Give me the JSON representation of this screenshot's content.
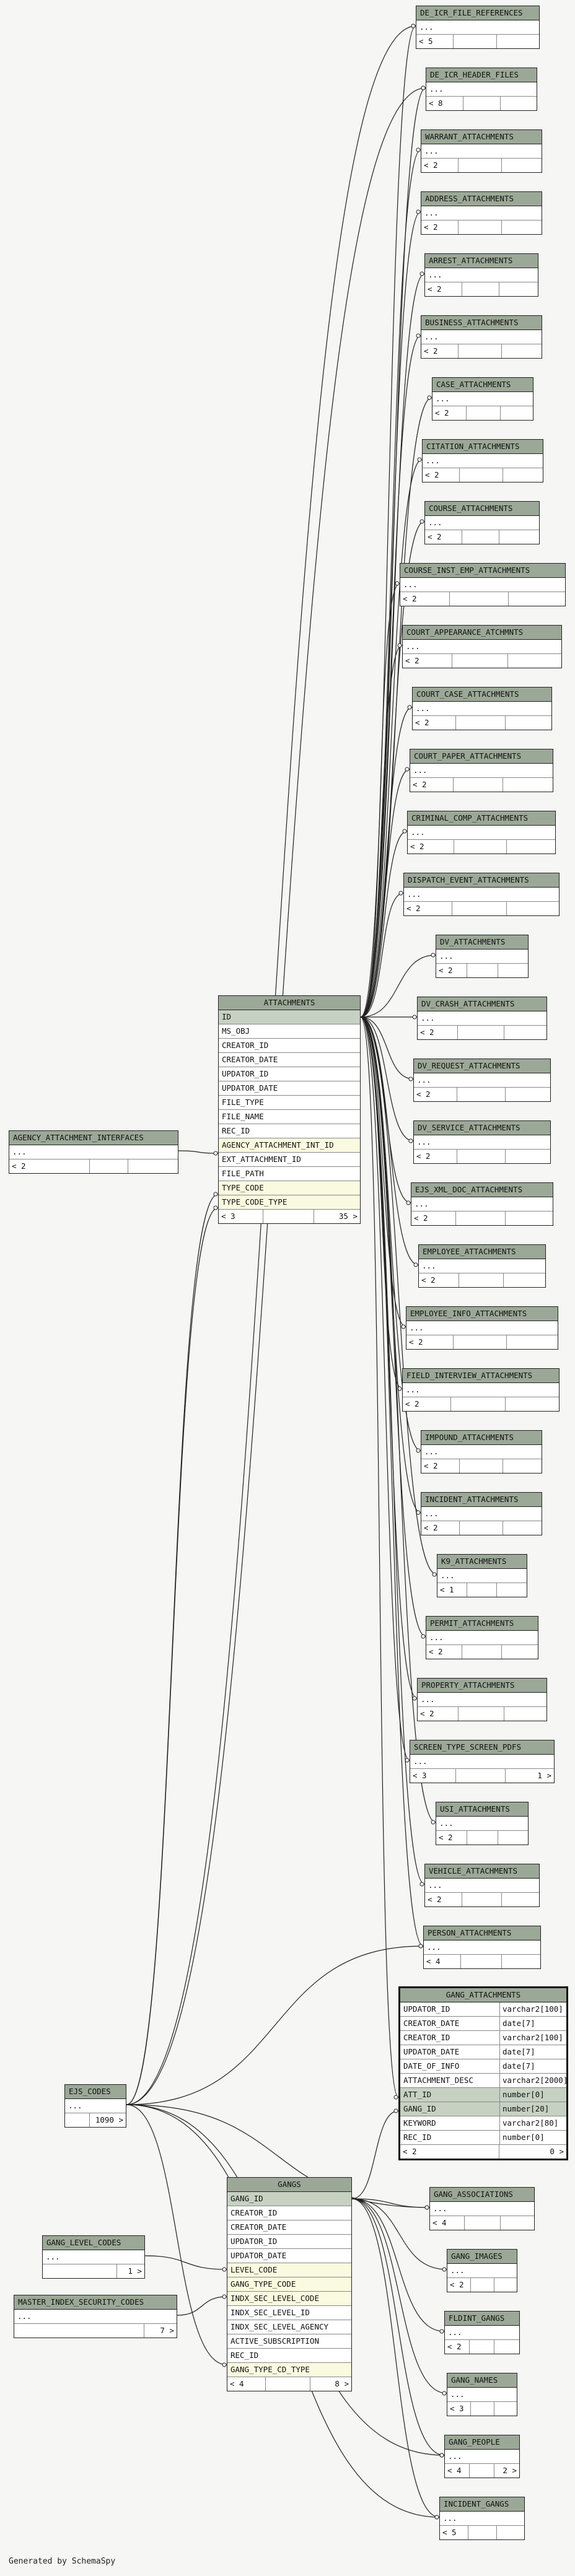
{
  "footer": "Generated by SchemaSpy",
  "tables": [
    {
      "id": "t0",
      "name": "DE_ICR_FILE_REFERENCES",
      "body": "...",
      "footer": [
        "< 5",
        "",
        ""
      ]
    },
    {
      "id": "t1",
      "name": "DE_ICR_HEADER_FILES",
      "body": "...",
      "footer": [
        "< 8",
        "",
        ""
      ]
    },
    {
      "id": "t2",
      "name": "WARRANT_ATTACHMENTS",
      "body": "...",
      "footer": [
        "< 2",
        "",
        ""
      ]
    },
    {
      "id": "t3",
      "name": "ADDRESS_ATTACHMENTS",
      "body": "...",
      "footer": [
        "< 2",
        "",
        ""
      ]
    },
    {
      "id": "t4",
      "name": "ARREST_ATTACHMENTS",
      "body": "...",
      "footer": [
        "< 2",
        "",
        ""
      ]
    },
    {
      "id": "t5",
      "name": "BUSINESS_ATTACHMENTS",
      "body": "...",
      "footer": [
        "< 2",
        "",
        ""
      ]
    },
    {
      "id": "t6",
      "name": "CASE_ATTACHMENTS",
      "body": "...",
      "footer": [
        "< 2",
        "",
        ""
      ]
    },
    {
      "id": "t7",
      "name": "CITATION_ATTACHMENTS",
      "body": "...",
      "footer": [
        "< 2",
        "",
        ""
      ]
    },
    {
      "id": "t8",
      "name": "COURSE_ATTACHMENTS",
      "body": "...",
      "footer": [
        "< 2",
        "",
        ""
      ]
    },
    {
      "id": "t9",
      "name": "COURSE_INST_EMP_ATTACHMENTS",
      "body": "...",
      "footer": [
        "< 2",
        "",
        ""
      ]
    },
    {
      "id": "t10",
      "name": "COURT_APPEARANCE_ATCHMNTS",
      "body": "...",
      "footer": [
        "< 2",
        "",
        ""
      ]
    },
    {
      "id": "t11",
      "name": "COURT_CASE_ATTACHMENTS",
      "body": "...",
      "footer": [
        "< 2",
        "",
        ""
      ]
    },
    {
      "id": "t12",
      "name": "COURT_PAPER_ATTACHMENTS",
      "body": "...",
      "footer": [
        "< 2",
        "",
        ""
      ]
    },
    {
      "id": "t13",
      "name": "CRIMINAL_COMP_ATTACHMENTS",
      "body": "...",
      "footer": [
        "< 2",
        "",
        ""
      ]
    },
    {
      "id": "t14",
      "name": "DISPATCH_EVENT_ATTACHMENTS",
      "body": "...",
      "footer": [
        "< 2",
        "",
        ""
      ]
    },
    {
      "id": "t15",
      "name": "DV_ATTACHMENTS",
      "body": "...",
      "footer": [
        "< 2",
        "",
        ""
      ]
    },
    {
      "id": "t16",
      "name": "DV_CRASH_ATTACHMENTS",
      "body": "...",
      "footer": [
        "< 2",
        "",
        ""
      ]
    },
    {
      "id": "t17",
      "name": "DV_REQUEST_ATTACHMENTS",
      "body": "...",
      "footer": [
        "< 2",
        "",
        ""
      ]
    },
    {
      "id": "t18",
      "name": "DV_SERVICE_ATTACHMENTS",
      "body": "...",
      "footer": [
        "< 2",
        "",
        ""
      ]
    },
    {
      "id": "t19",
      "name": "EJS_XML_DOC_ATTACHMENTS",
      "body": "...",
      "footer": [
        "< 2",
        "",
        ""
      ]
    },
    {
      "id": "t20",
      "name": "EMPLOYEE_ATTACHMENTS",
      "body": "...",
      "footer": [
        "< 2",
        "",
        ""
      ]
    },
    {
      "id": "t21",
      "name": "EMPLOYEE_INFO_ATTACHMENTS",
      "body": "...",
      "footer": [
        "< 2",
        "",
        ""
      ]
    },
    {
      "id": "t22",
      "name": "FIELD_INTERVIEW_ATTACHMENTS",
      "body": "...",
      "footer": [
        "< 2",
        "",
        ""
      ]
    },
    {
      "id": "t23",
      "name": "IMPOUND_ATTACHMENTS",
      "body": "...",
      "footer": [
        "< 2",
        "",
        ""
      ]
    },
    {
      "id": "t24",
      "name": "INCIDENT_ATTACHMENTS",
      "body": "...",
      "footer": [
        "< 2",
        "",
        ""
      ]
    },
    {
      "id": "t25",
      "name": "K9_ATTACHMENTS",
      "body": "...",
      "footer": [
        "< 1",
        "",
        ""
      ]
    },
    {
      "id": "t26",
      "name": "PERMIT_ATTACHMENTS",
      "body": "...",
      "footer": [
        "< 2",
        "",
        ""
      ]
    },
    {
      "id": "t27",
      "name": "PROPERTY_ATTACHMENTS",
      "body": "...",
      "footer": [
        "< 2",
        "",
        ""
      ]
    },
    {
      "id": "t28",
      "name": "SCREEN_TYPE_SCREEN_PDFS",
      "body": "...",
      "footer": [
        "< 3",
        "",
        "1 >"
      ]
    },
    {
      "id": "t29",
      "name": "USI_ATTACHMENTS",
      "body": "...",
      "footer": [
        "< 2",
        "",
        ""
      ]
    },
    {
      "id": "t30",
      "name": "VEHICLE_ATTACHMENTS",
      "body": "...",
      "footer": [
        "< 2",
        "",
        ""
      ]
    },
    {
      "id": "t31",
      "name": "PERSON_ATTACHMENTS",
      "body": "...",
      "footer": [
        "< 4",
        "",
        ""
      ]
    },
    {
      "id": "t32",
      "name": "GANG_ASSOCIATIONS",
      "body": "...",
      "footer": [
        "< 4",
        "",
        ""
      ]
    },
    {
      "id": "t33",
      "name": "GANG_IMAGES",
      "body": "...",
      "footer": [
        "< 2",
        "",
        ""
      ]
    },
    {
      "id": "t34",
      "name": "FLDINT_GANGS",
      "body": "...",
      "footer": [
        "< 2",
        "",
        ""
      ]
    },
    {
      "id": "t35",
      "name": "GANG_NAMES",
      "body": "...",
      "footer": [
        "< 3",
        "",
        ""
      ]
    },
    {
      "id": "t36",
      "name": "GANG_PEOPLE",
      "body": "...",
      "footer": [
        "< 4",
        "",
        "2 >"
      ]
    },
    {
      "id": "t37",
      "name": "INCIDENT_GANGS",
      "body": "...",
      "footer": [
        "< 5",
        "",
        ""
      ]
    },
    {
      "id": "t38",
      "name": "AGENCY_ATTACHMENT_INTERFACES",
      "body": "...",
      "footer": [
        "< 2",
        "",
        ""
      ]
    },
    {
      "id": "t39",
      "name": "EJS_CODES",
      "body": "...",
      "footer": [
        "",
        "1090 >"
      ]
    },
    {
      "id": "t40",
      "name": "GANG_LEVEL_CODES",
      "body": "...",
      "footer": [
        "",
        "1 >"
      ]
    },
    {
      "id": "t41",
      "name": "MASTER_INDEX_SECURITY_CODES",
      "body": "...",
      "footer": [
        "",
        "7 >"
      ]
    }
  ],
  "attachments": {
    "name": "ATTACHMENTS",
    "columns": [
      {
        "name": "ID",
        "kind": "pk"
      },
      {
        "name": "MS_OBJ",
        "kind": ""
      },
      {
        "name": "CREATOR_ID",
        "kind": ""
      },
      {
        "name": "CREATOR_DATE",
        "kind": ""
      },
      {
        "name": "UPDATOR_ID",
        "kind": ""
      },
      {
        "name": "UPDATOR_DATE",
        "kind": ""
      },
      {
        "name": "FILE_TYPE",
        "kind": ""
      },
      {
        "name": "FILE_NAME",
        "kind": ""
      },
      {
        "name": "REC_ID",
        "kind": ""
      },
      {
        "name": "AGENCY_ATTACHMENT_INT_ID",
        "kind": "fk"
      },
      {
        "name": "EXT_ATTACHMENT_ID",
        "kind": ""
      },
      {
        "name": "FILE_PATH",
        "kind": ""
      },
      {
        "name": "TYPE_CODE",
        "kind": "fk"
      },
      {
        "name": "TYPE_CODE_TYPE",
        "kind": "fk"
      }
    ],
    "footer": [
      "< 3",
      "",
      "35 >"
    ]
  },
  "gang_attachments": {
    "name": "GANG_ATTACHMENTS",
    "columns": [
      {
        "name": "UPDATOR_ID",
        "type": "varchar2[100]",
        "kind": ""
      },
      {
        "name": "CREATOR_DATE",
        "type": "date[7]",
        "kind": ""
      },
      {
        "name": "CREATOR_ID",
        "type": "varchar2[100]",
        "kind": ""
      },
      {
        "name": "UPDATOR_DATE",
        "type": "date[7]",
        "kind": ""
      },
      {
        "name": "DATE_OF_INFO",
        "type": "date[7]",
        "kind": ""
      },
      {
        "name": "ATTACHMENT_DESC",
        "type": "varchar2[2000]",
        "kind": ""
      },
      {
        "name": "ATT_ID",
        "type": "number[0]",
        "kind": "pk"
      },
      {
        "name": "GANG_ID",
        "type": "number[20]",
        "kind": "pk"
      },
      {
        "name": "KEYWORD",
        "type": "varchar2[80]",
        "kind": ""
      },
      {
        "name": "REC_ID",
        "type": "number[0]",
        "kind": ""
      }
    ],
    "footer": [
      "< 2",
      "0 >"
    ]
  },
  "gangs": {
    "name": "GANGS",
    "columns": [
      {
        "name": "GANG_ID",
        "kind": "pk"
      },
      {
        "name": "CREATOR_ID",
        "kind": ""
      },
      {
        "name": "CREATOR_DATE",
        "kind": ""
      },
      {
        "name": "UPDATOR_ID",
        "kind": ""
      },
      {
        "name": "UPDATOR_DATE",
        "kind": ""
      },
      {
        "name": "LEVEL_CODE",
        "kind": "fk"
      },
      {
        "name": "GANG_TYPE_CODE",
        "kind": "fk"
      },
      {
        "name": "INDX_SEC_LEVEL_CODE",
        "kind": "fk"
      },
      {
        "name": "INDX_SEC_LEVEL_ID",
        "kind": ""
      },
      {
        "name": "INDX_SEC_LEVEL_AGENCY",
        "kind": ""
      },
      {
        "name": "ACTIVE_SUBSCRIPTION",
        "kind": ""
      },
      {
        "name": "REC_ID",
        "kind": ""
      },
      {
        "name": "GANG_TYPE_CD_TYPE",
        "kind": "fk"
      }
    ],
    "footer": [
      "< 4",
      "",
      "8 >"
    ]
  }
}
